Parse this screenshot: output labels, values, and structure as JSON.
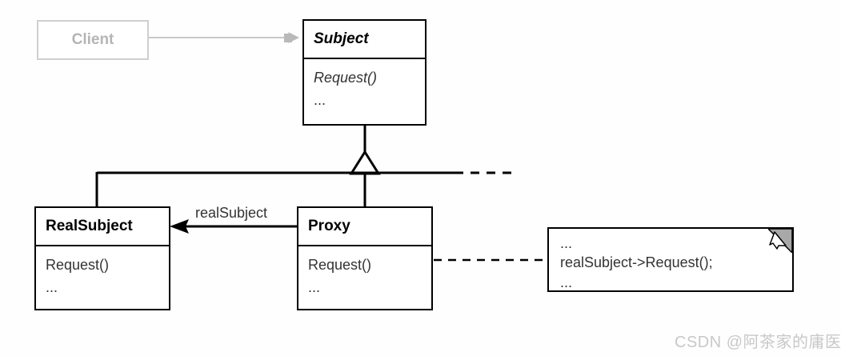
{
  "diagram": {
    "title": "Proxy Pattern UML Class Diagram",
    "colors": {
      "line": "#000000",
      "ghost_line": "#c9c9c9",
      "ghost_text": "#b5b5b5",
      "note_fold": "#a8a8a8",
      "background": "#fefefe",
      "watermark": "#c8c8c8"
    },
    "classes": [
      {
        "id": "client",
        "name": "Client",
        "abstract": false,
        "ghost": true,
        "members": []
      },
      {
        "id": "subject",
        "name": "Subject",
        "abstract": true,
        "ghost": false,
        "members": [
          "Request()",
          "..."
        ]
      },
      {
        "id": "realsubject",
        "name": "RealSubject",
        "abstract": false,
        "ghost": false,
        "members": [
          "Request()",
          "..."
        ]
      },
      {
        "id": "proxy",
        "name": "Proxy",
        "abstract": false,
        "ghost": false,
        "members": [
          "Request()",
          "..."
        ]
      }
    ],
    "note": {
      "id": "proxy-request-note",
      "lines": [
        "...",
        "realSubject->Request();",
        "..."
      ]
    },
    "edges": [
      {
        "id": "client-to-subject",
        "label": "",
        "style": "solid",
        "arrow": "open",
        "from": "client",
        "to": "subject"
      },
      {
        "id": "realsubject-generalization",
        "label": "",
        "style": "solid",
        "arrow": "triangle",
        "from": "realsubject",
        "to": "subject"
      },
      {
        "id": "proxy-generalization",
        "label": "",
        "style": "solid",
        "arrow": "triangle",
        "from": "proxy",
        "to": "subject"
      },
      {
        "id": "proxy-realsubject-association",
        "label": "realSubject",
        "style": "solid",
        "arrow": "filled",
        "from": "proxy",
        "to": "realsubject"
      },
      {
        "id": "proxy-note-link",
        "label": "",
        "style": "dashed",
        "arrow": "circle",
        "from": "proxy",
        "to": "proxy-request-note"
      }
    ]
  },
  "watermark": {
    "text": "CSDN @阿茶家的庸医"
  }
}
